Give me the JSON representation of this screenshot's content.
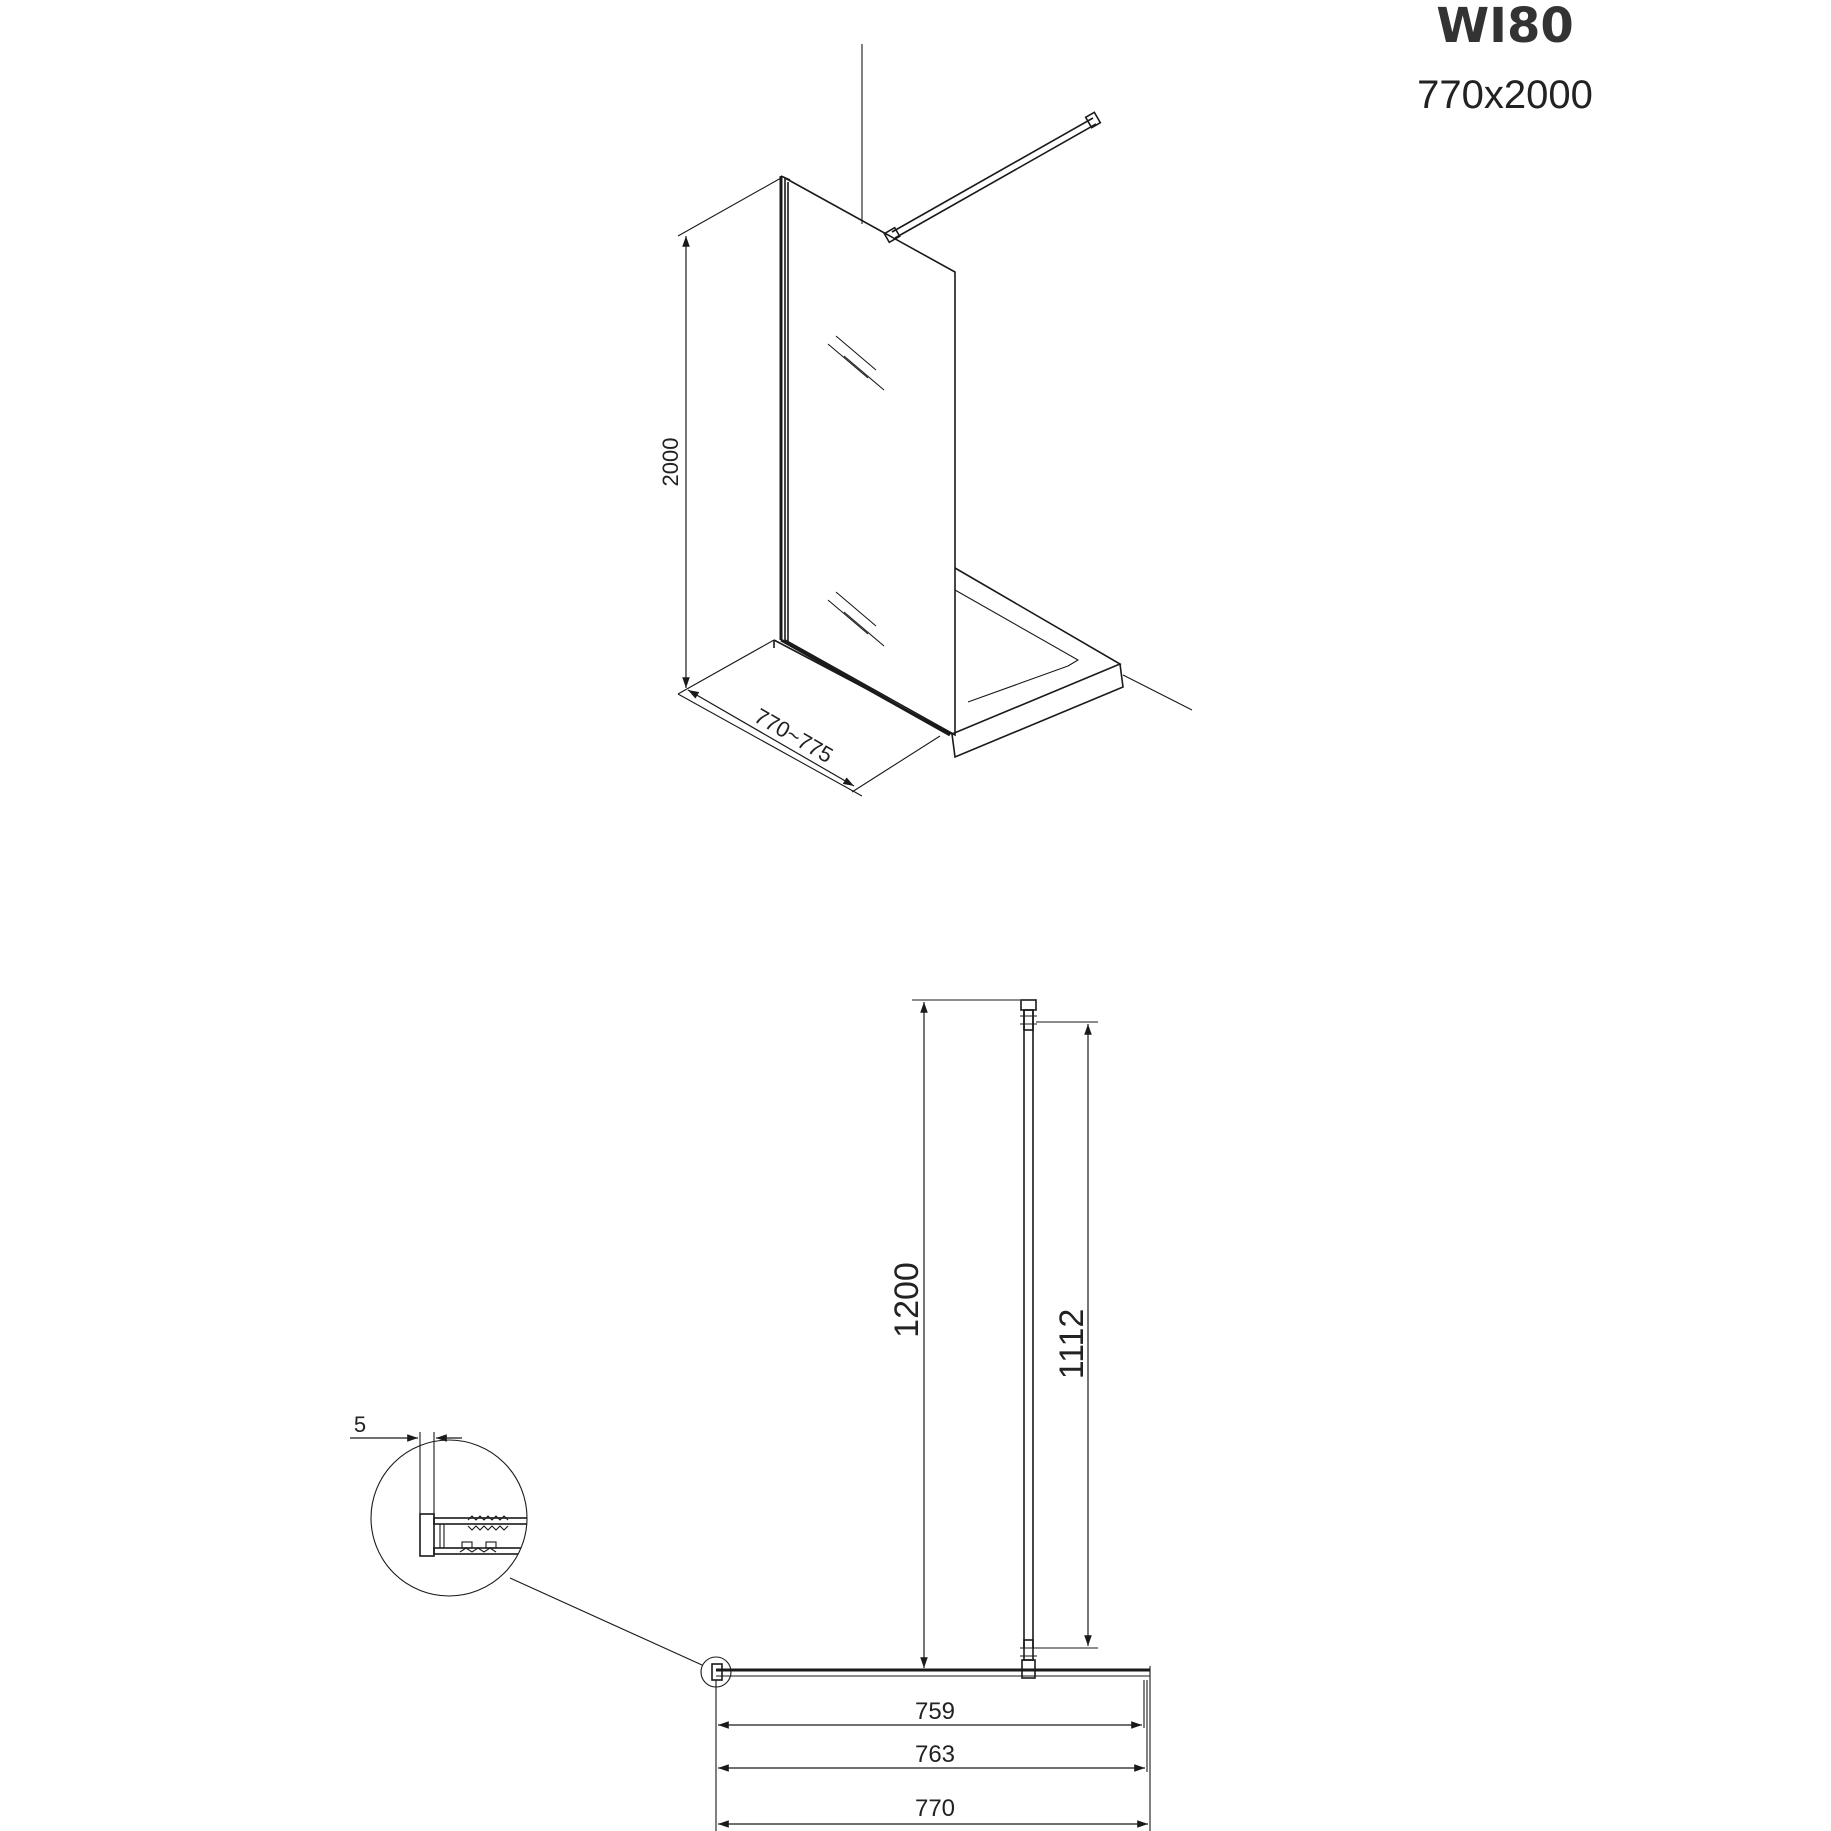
{
  "header": {
    "model": "WI80",
    "size": "770x2000"
  },
  "iso_view": {
    "height_dim": "2000",
    "width_dim": "770~775"
  },
  "plan_view": {
    "bar_length_dim": "1200",
    "bar_inner_dim": "1112",
    "detail_gap_dim": "5",
    "bottom_dims": [
      "759",
      "763",
      "770"
    ]
  }
}
